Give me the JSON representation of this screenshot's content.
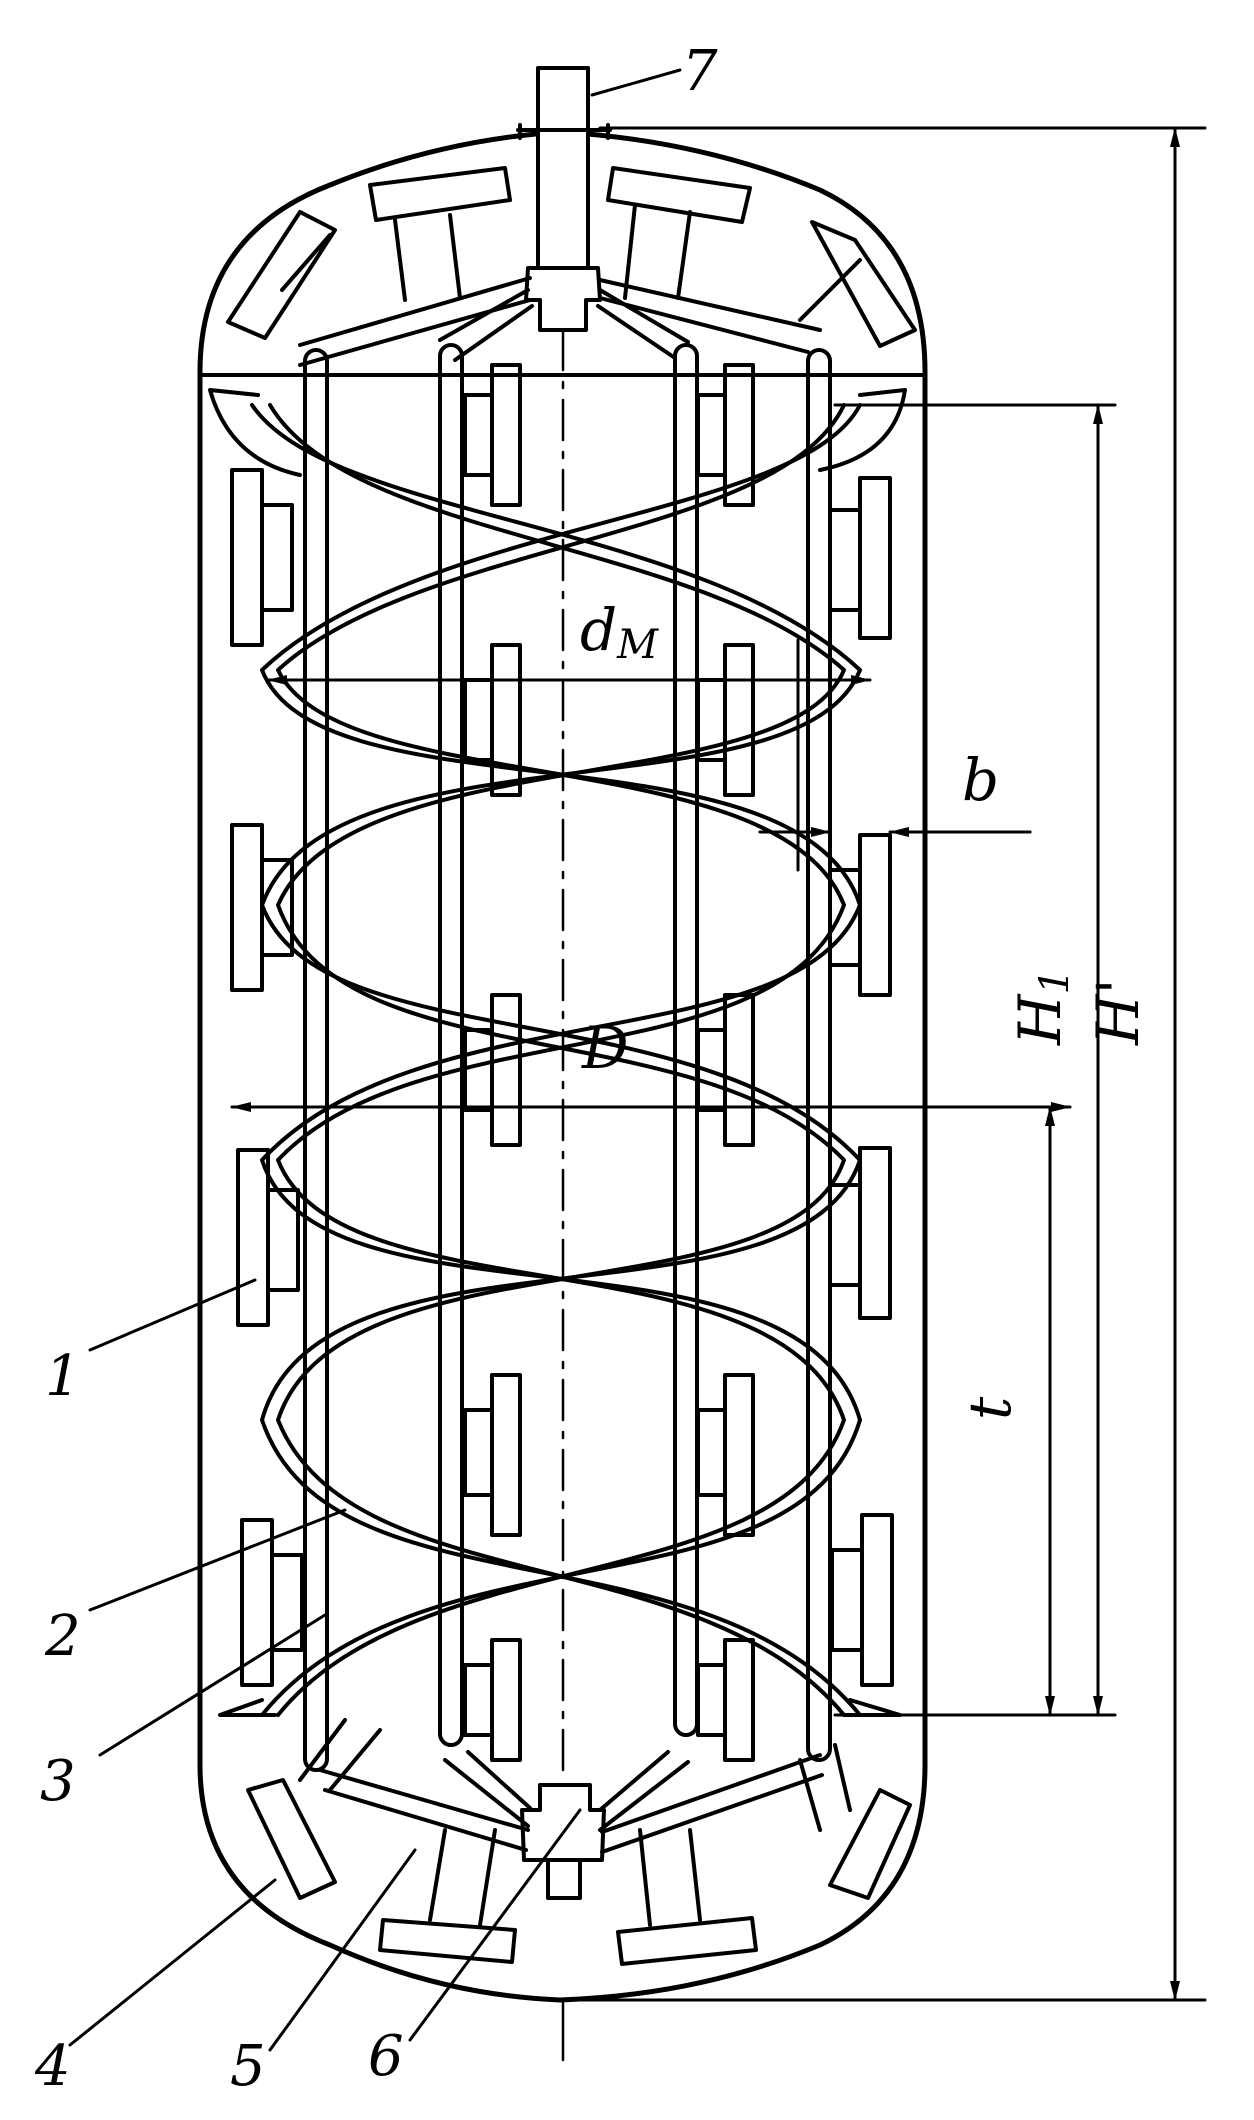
{
  "figure": {
    "part_labels": [
      "1",
      "2",
      "3",
      "4",
      "5",
      "6",
      "7"
    ],
    "dimensions": {
      "mixer_diameter": "d",
      "mixer_diameter_sub": "M",
      "band_width": "b",
      "vessel_diameter": "D",
      "band_height": "H",
      "band_height_sub": "1",
      "vessel_height": "H'",
      "pitch": "t"
    }
  }
}
